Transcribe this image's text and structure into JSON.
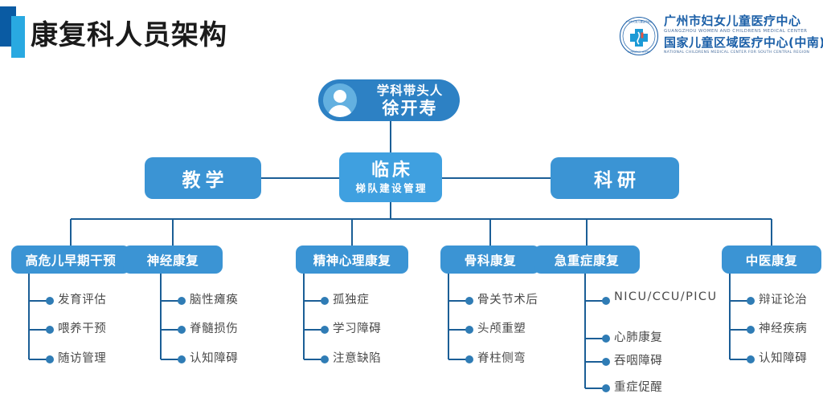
{
  "header": {
    "title": "康复科人员架构",
    "accent_dark": "#0a5ba3",
    "accent_light": "#29a9e1"
  },
  "logo": {
    "name_cn_line1": "广州市妇女儿童医疗中心",
    "name_en_line1": "GUANGZHOU WOMEN AND CHILDRENS MEDICAL CENTER",
    "name_cn_line2": "国家儿童区域医疗中心(中南)",
    "name_en_line2": "NATIONAL CHILDRENS MEDICAL CENTER FOR SOUTH CENTRAL REGION",
    "emblem_color": "#1c60a8"
  },
  "chart_data": {
    "type": "diagram",
    "title": "康复科人员架构",
    "colors": {
      "leader_box": "#2d81c4",
      "leader_avatar": "#63b0e0",
      "level2_box": "#3b94d4",
      "clinic_box": "#3fa0e0",
      "category_box": "#3b94d4",
      "connector": "#1b5e96",
      "leaf_text": "#4a4a4a"
    },
    "leader": {
      "role": "学科带头人",
      "name": "徐开寿",
      "icon": "person-avatar-icon"
    },
    "level2": [
      {
        "id": "teaching",
        "label": "教学",
        "sublabel": ""
      },
      {
        "id": "clinic",
        "label": "临床",
        "sublabel": "梯队建设管理"
      },
      {
        "id": "research",
        "label": "科研",
        "sublabel": ""
      }
    ],
    "categories": [
      {
        "id": "high-risk-infant",
        "label": "高危儿早期干预",
        "items": [
          "发育评估",
          "喂养干预",
          "随访管理"
        ]
      },
      {
        "id": "neuro-rehab",
        "label": "神经康复",
        "items": [
          "脑性瘫痪",
          "脊髓损伤",
          "认知障碍"
        ]
      },
      {
        "id": "psych-rehab",
        "label": "精神心理康复",
        "items": [
          "孤独症",
          "学习障碍",
          "注意缺陷"
        ]
      },
      {
        "id": "ortho-rehab",
        "label": "骨科康复",
        "items": [
          "骨关节术后",
          "头颅重塑",
          "脊柱侧弯"
        ]
      },
      {
        "id": "critical-rehab",
        "label": "急重症康复",
        "items": [
          "NICU/CCU/PICU",
          "心肺康复",
          "吞咽障碍",
          "重症促醒"
        ]
      },
      {
        "id": "tcm-rehab",
        "label": "中医康复",
        "items": [
          "辩证论治",
          "神经疾病",
          "认知障碍"
        ]
      }
    ]
  }
}
